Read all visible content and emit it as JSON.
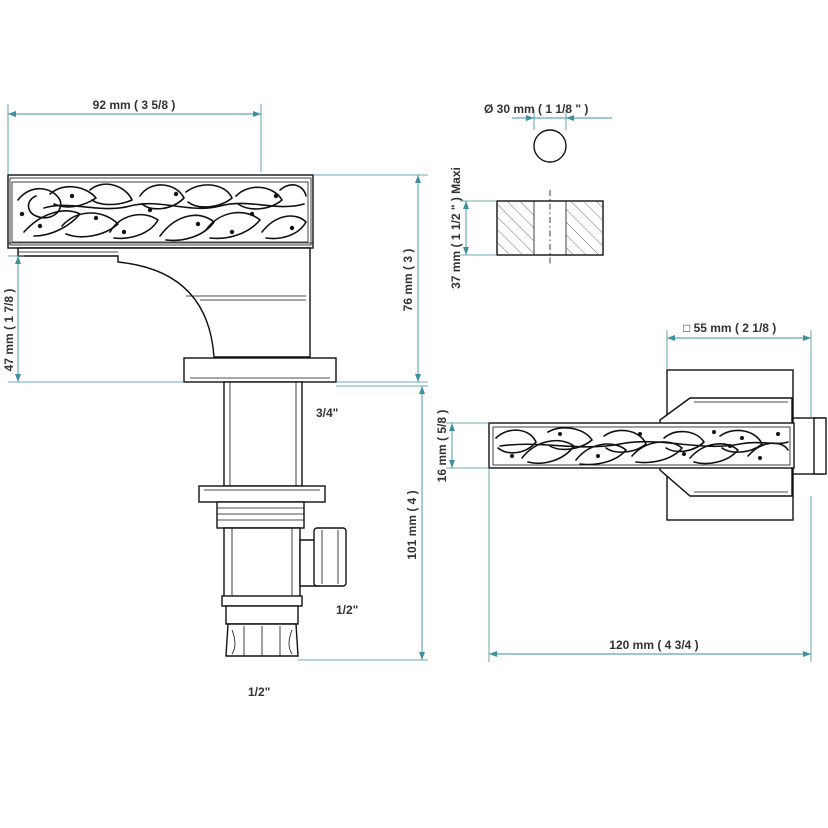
{
  "dimensions": {
    "width_top": "92 mm ( 3 5/8 )",
    "diameter": "Ø 30 mm ( 1 1/8 \" )",
    "height_spout": "76 mm ( 3 )",
    "height_lower": "47 mm ( 1 7/8 )",
    "max_thickness": "37 mm ( 1 1/2 \" ) Maxi",
    "plate_square": "□ 55 mm ( 2 1/8 )",
    "handle_thickness": "16 mm ( 5/8 )",
    "shank_length": "101 mm ( 4 )",
    "lever_length": "120 mm ( 4 3/4 )"
  },
  "threads": {
    "shank": "3/4\"",
    "side_outlet": "1/2\"",
    "bottom_inlet": "1/2\""
  },
  "colors": {
    "dimension_line": "#3f8fa0",
    "outline": "#111111",
    "text": "#333333"
  }
}
